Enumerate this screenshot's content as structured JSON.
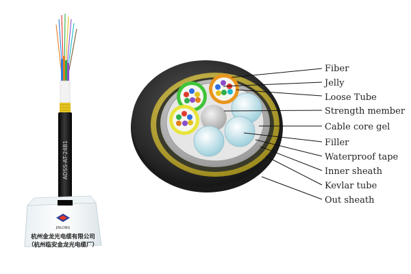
{
  "diagram": {
    "callouts": [
      {
        "id": "fiber",
        "label": "Fiber"
      },
      {
        "id": "jelly",
        "label": "Jelly"
      },
      {
        "id": "loose-tube",
        "label": "Loose Tube"
      },
      {
        "id": "strength-member",
        "label": "Strength member"
      },
      {
        "id": "cable-core-gel",
        "label": "Cable core gel"
      },
      {
        "id": "filler",
        "label": "Filler"
      },
      {
        "id": "waterproof-tape",
        "label": "Waterproof tape"
      },
      {
        "id": "inner-sheath",
        "label": "Inner sheath"
      },
      {
        "id": "kevlar-tube",
        "label": "Kevlar tube"
      },
      {
        "id": "out-sheath",
        "label": "Out sheath"
      }
    ],
    "cable_print": "ADSS-AT-24B1",
    "stand": {
      "logo_text": "JINLONG",
      "company_line1": "杭州金龙光电缆有限公司",
      "company_line2": "（杭州临安金龙光电缆厂）"
    },
    "colors": {
      "outer_sheath": "#2a2a2a",
      "kevlar": "#c8b43a",
      "inner_sheath": "#bdbdbd",
      "tube_green": "#3fc43a",
      "tube_orange": "#e8961e",
      "tube_yellow": "#e7e43a",
      "filler": "#d6eef4",
      "strength_member": "#cfcfcf",
      "cable_black": "#141414"
    }
  }
}
